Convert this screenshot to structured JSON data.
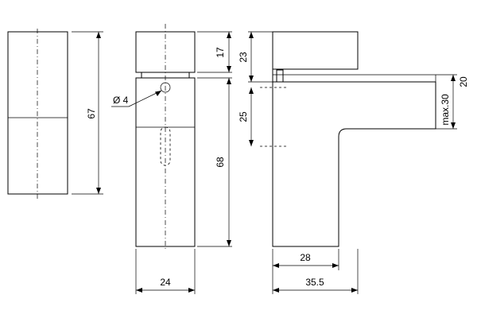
{
  "dimensions": {
    "left_view_height": "67",
    "front_top_height": "17",
    "front_body_height": "68",
    "front_width": "24",
    "hole_diameter": "Ø 4",
    "side_top_height": "23",
    "side_slot_height": "25",
    "side_max_height": "max.30",
    "side_right_height": "20",
    "side_inner_width": "28",
    "side_total_width": "35.5"
  }
}
